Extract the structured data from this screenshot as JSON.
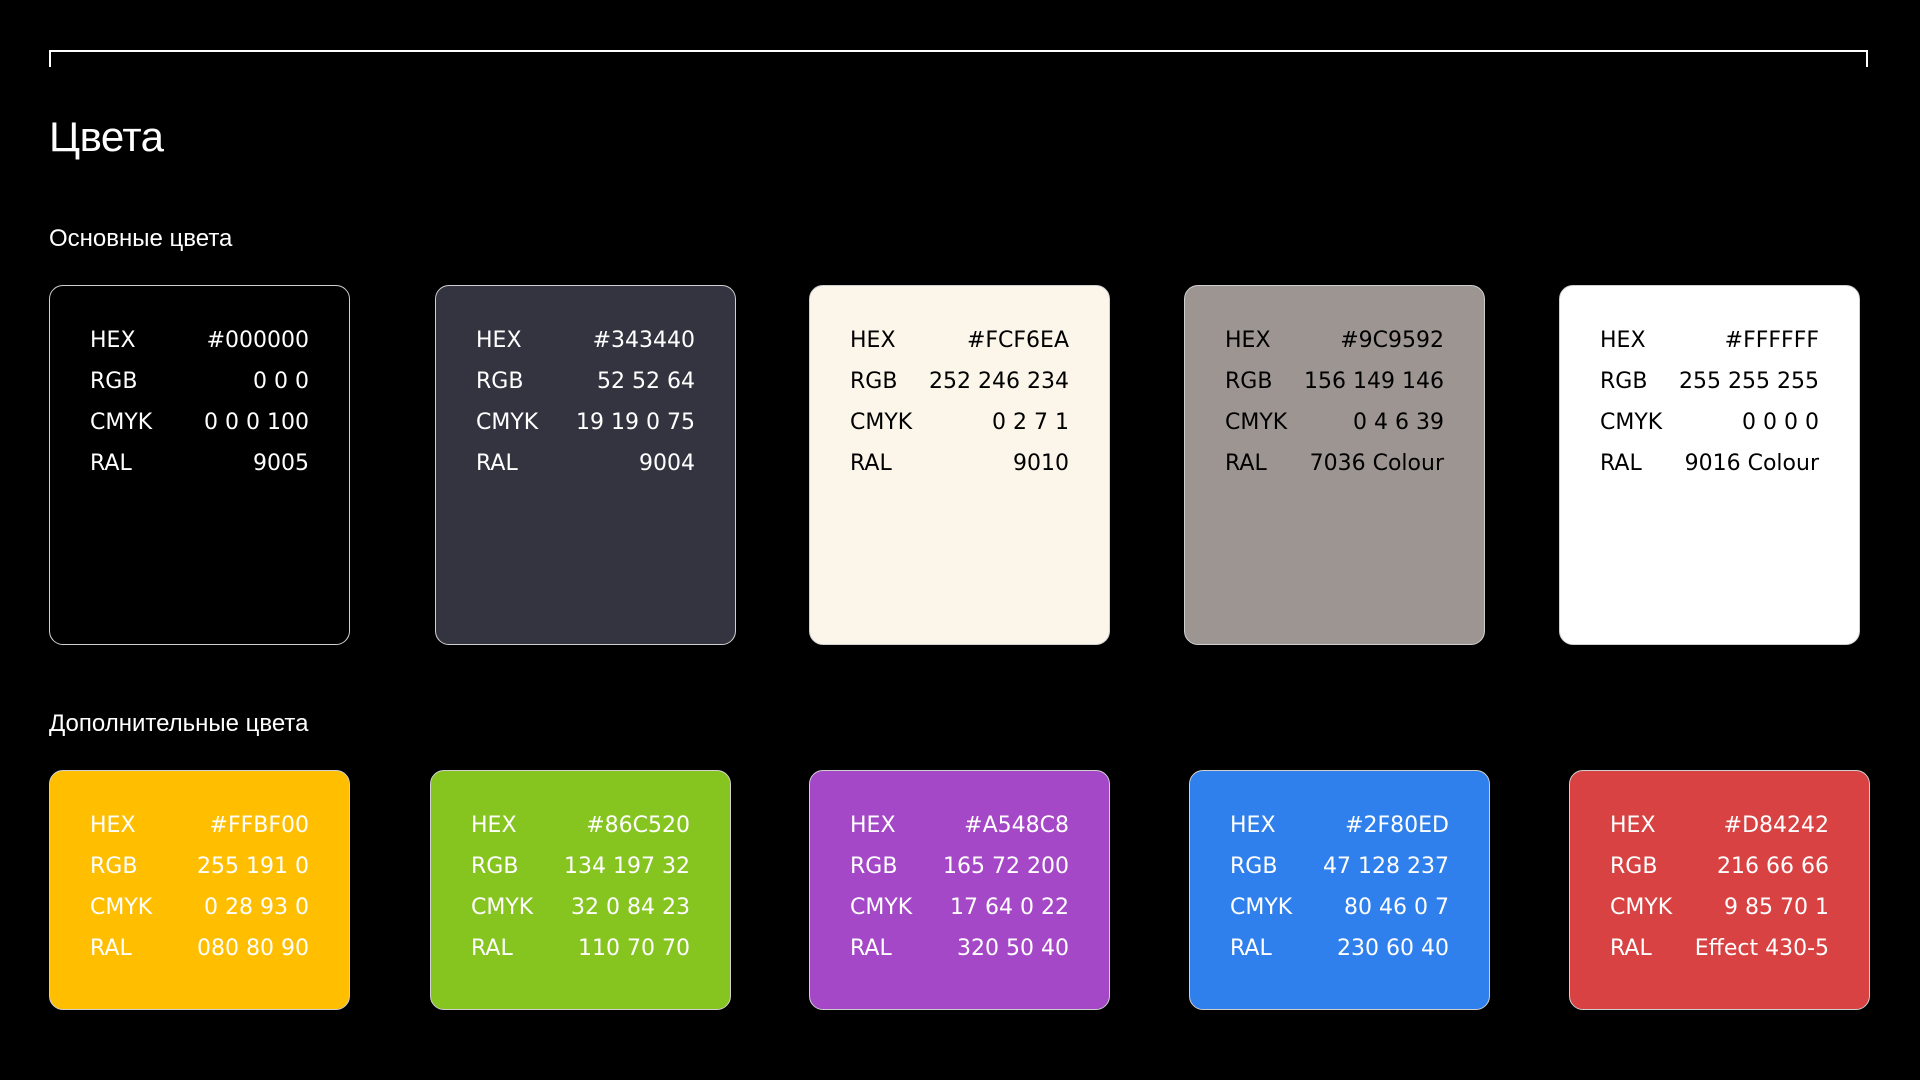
{
  "page": {
    "title": "Цвета"
  },
  "sections": {
    "primary": {
      "title": "Основные цвета",
      "swatches": [
        {
          "bg": "#000000",
          "text_color": "#FFFFFF",
          "hex": "#000000",
          "rgb": "0 0 0",
          "cmyk": "0 0 0 100",
          "ral": "9005"
        },
        {
          "bg": "#343440",
          "text_color": "#FFFFFF",
          "hex": "#343440",
          "rgb": "52 52 64",
          "cmyk": "19 19 0 75",
          "ral": "9004"
        },
        {
          "bg": "#FCF6EA",
          "text_color": "#000000",
          "hex": "#FCF6EA",
          "rgb": "252 246 234",
          "cmyk": "0 2 7 1",
          "ral": "9010"
        },
        {
          "bg": "#9C9592",
          "text_color": "#000000",
          "hex": "#9C9592",
          "rgb": "156 149 146",
          "cmyk": "0 4 6 39",
          "ral": "7036 Colour"
        },
        {
          "bg": "#FFFFFF",
          "text_color": "#000000",
          "hex": "#FFFFFF",
          "rgb": "255 255 255",
          "cmyk": "0 0 0 0",
          "ral": "9016 Colour"
        }
      ]
    },
    "extra": {
      "title": "Дополнительные цвета",
      "swatches": [
        {
          "bg": "#FFBF00",
          "text_color": "#FFFFFF",
          "hex": "#FFBF00",
          "rgb": "255 191 0",
          "cmyk": "0 28 93 0",
          "ral": "080 80 90"
        },
        {
          "bg": "#86C520",
          "text_color": "#FFFFFF",
          "hex": "#86C520",
          "rgb": "134 197 32",
          "cmyk": "32 0 84 23",
          "ral": "110 70 70"
        },
        {
          "bg": "#A548C8",
          "text_color": "#FFFFFF",
          "hex": "#A548C8",
          "rgb": "165 72 200",
          "cmyk": "17 64 0 22",
          "ral": "320 50 40"
        },
        {
          "bg": "#2F80ED",
          "text_color": "#FFFFFF",
          "hex": "#2F80ED",
          "rgb": "47 128 237",
          "cmyk": "80 46 0 7",
          "ral": "230 60 40"
        },
        {
          "bg": "#D84242",
          "text_color": "#FFFFFF",
          "hex": "#D84242",
          "rgb": "216 66 66",
          "cmyk": "9 85 70 1",
          "ral": "Effect 430-5"
        }
      ]
    }
  },
  "labels": {
    "hex": "HEX",
    "rgb": "RGB",
    "cmyk": "CMYK",
    "ral": "RAL"
  }
}
